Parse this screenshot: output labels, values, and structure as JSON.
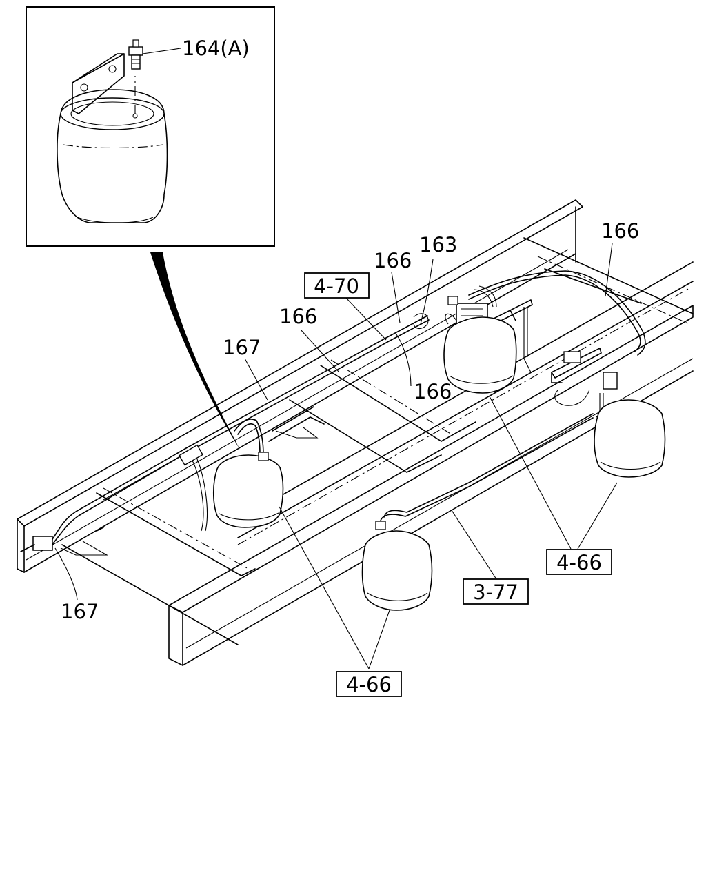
{
  "callouts": {
    "c164a": "164(A)",
    "c163": "163",
    "c166_top": "166",
    "c166_upper": "166",
    "c166_mid": "166",
    "c166_lower": "166",
    "c167_upper": "167",
    "c167_lower": "167"
  },
  "refs": {
    "r470": "4-70",
    "r466_right": "4-66",
    "r377": "3-77",
    "r466_bottom": "4-66"
  }
}
